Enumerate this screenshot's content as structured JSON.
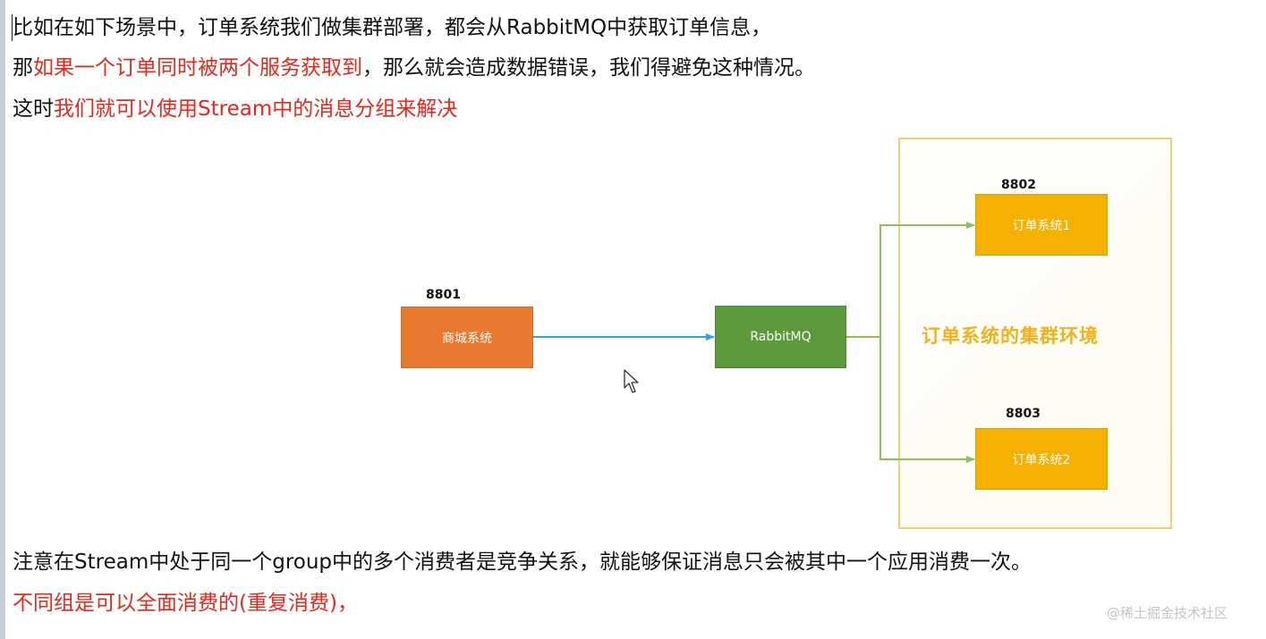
{
  "text": {
    "line1": "比如在如下场景中，订单系统我们做集群部署，都会从RabbitMQ中获取订单信息，",
    "line2_prefix": "那",
    "line2_red": "如果一个订单同时被两个服务获取到",
    "line2_suffix": "，那么就会造成数据错误，我们得避免这种情况。",
    "line3_prefix": "这时",
    "line3_red": "我们就可以使用Stream中的消息分组来解决",
    "line4": "注意在Stream中处于同一个group中的多个消费者是竞争关系，就能够保证消息只会被其中一个应用消费一次。",
    "line5": "不同组是可以全面消费的(重复消费)，"
  },
  "diagram": {
    "mall": {
      "port": "8801",
      "label": "商城系统"
    },
    "rabbitmq": {
      "label": "RabbitMQ"
    },
    "order1": {
      "port": "8802",
      "label": "订单系统1"
    },
    "order2": {
      "port": "8803",
      "label": "订单系统2"
    },
    "cluster_label": "订单系统的集群环境"
  },
  "watermark": "@稀土掘金技术社区",
  "colors": {
    "red_text": "#e8261a",
    "mall_box": "#e8792f",
    "rabbitmq_box": "#5a9a3b",
    "order_box": "#f5b000",
    "cluster_border": "#f1cf77",
    "cluster_label": "#f0b21b",
    "arrow_blue": "#29a8e0",
    "arrow_green": "#8cc152"
  },
  "icons": {
    "cursor": "mouse-pointer-icon"
  }
}
